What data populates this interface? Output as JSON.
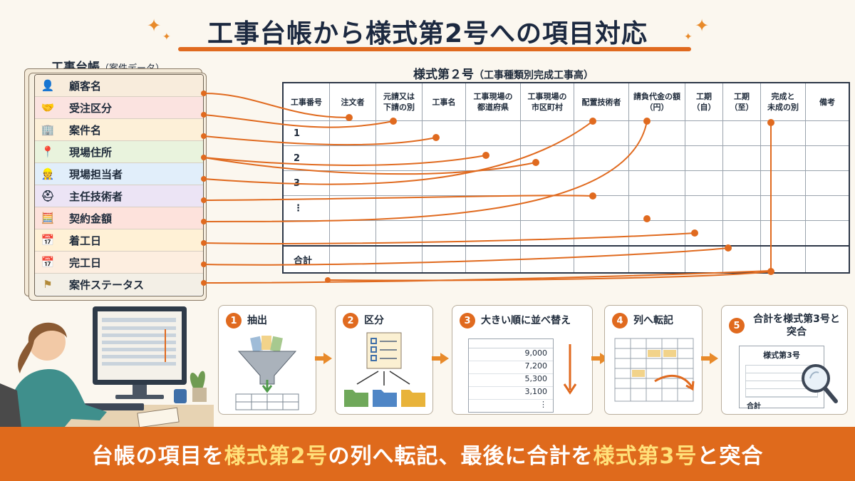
{
  "title": "工事台帳から様式第2号への項目対応",
  "ledger": {
    "label": "工事台帳",
    "sublabel": "（案件データ）",
    "items": [
      {
        "label": "顧客名",
        "icon": "person-icon",
        "color": "#f8ecdc"
      },
      {
        "label": "受注区分",
        "icon": "handshake-icon",
        "color": "#fbe3e0"
      },
      {
        "label": "案件名",
        "icon": "building-icon",
        "color": "#fdf0d8"
      },
      {
        "label": "現場住所",
        "icon": "location-pin-icon",
        "color": "#e9f3dd"
      },
      {
        "label": "現場担当者",
        "icon": "worker-icon",
        "color": "#e1eefa"
      },
      {
        "label": "主任技術者",
        "icon": "hardhat-worker-icon",
        "color": "#ece4f5"
      },
      {
        "label": "契約金額",
        "icon": "calculator-icon",
        "color": "#fde2dc"
      },
      {
        "label": "着工日",
        "icon": "calendar-icon",
        "color": "#fff1d6"
      },
      {
        "label": "完工日",
        "icon": "calendar-icon",
        "color": "#fdeee0"
      },
      {
        "label": "案件ステータス",
        "icon": "flag-icon",
        "color": "#f3efe6"
      }
    ]
  },
  "form": {
    "label": "様式第２号",
    "sublabel": "（工事種類別完成工事高）",
    "headers": [
      "工事番号",
      "注文者",
      "元請又は\n下請の別",
      "工事名",
      "工事現場の\n都道府県",
      "工事現場の\n市区町村",
      "配置技術者",
      "請負代金の額\n（円）",
      "工期\n（自）",
      "工期\n（至）",
      "完成と\n未成の別",
      "備考"
    ],
    "rows": [
      "1",
      "2",
      "3",
      "⋮",
      ""
    ],
    "total_label": "合計"
  },
  "steps": [
    {
      "num": "1",
      "title": "抽出"
    },
    {
      "num": "2",
      "title": "区分"
    },
    {
      "num": "3",
      "title": "大きい順に並べ替え",
      "values": [
        "9,000",
        "7,200",
        "5,300",
        "3,100",
        "⋮"
      ]
    },
    {
      "num": "4",
      "title": "列へ転記"
    },
    {
      "num": "5",
      "title": "合計を様式第3号と突合",
      "inner_title": "様式第3号",
      "inner_total": "合計"
    }
  ],
  "banner": {
    "part1": "台帳の項目を",
    "part2": "様式第2号",
    "part3": "の列へ転記、最後に合計を",
    "part4": "様式第3号",
    "part5": "と突合"
  },
  "colors": {
    "accent": "#e06a1f",
    "banner": "#df6a1c",
    "highlight": "#ffe07a"
  }
}
